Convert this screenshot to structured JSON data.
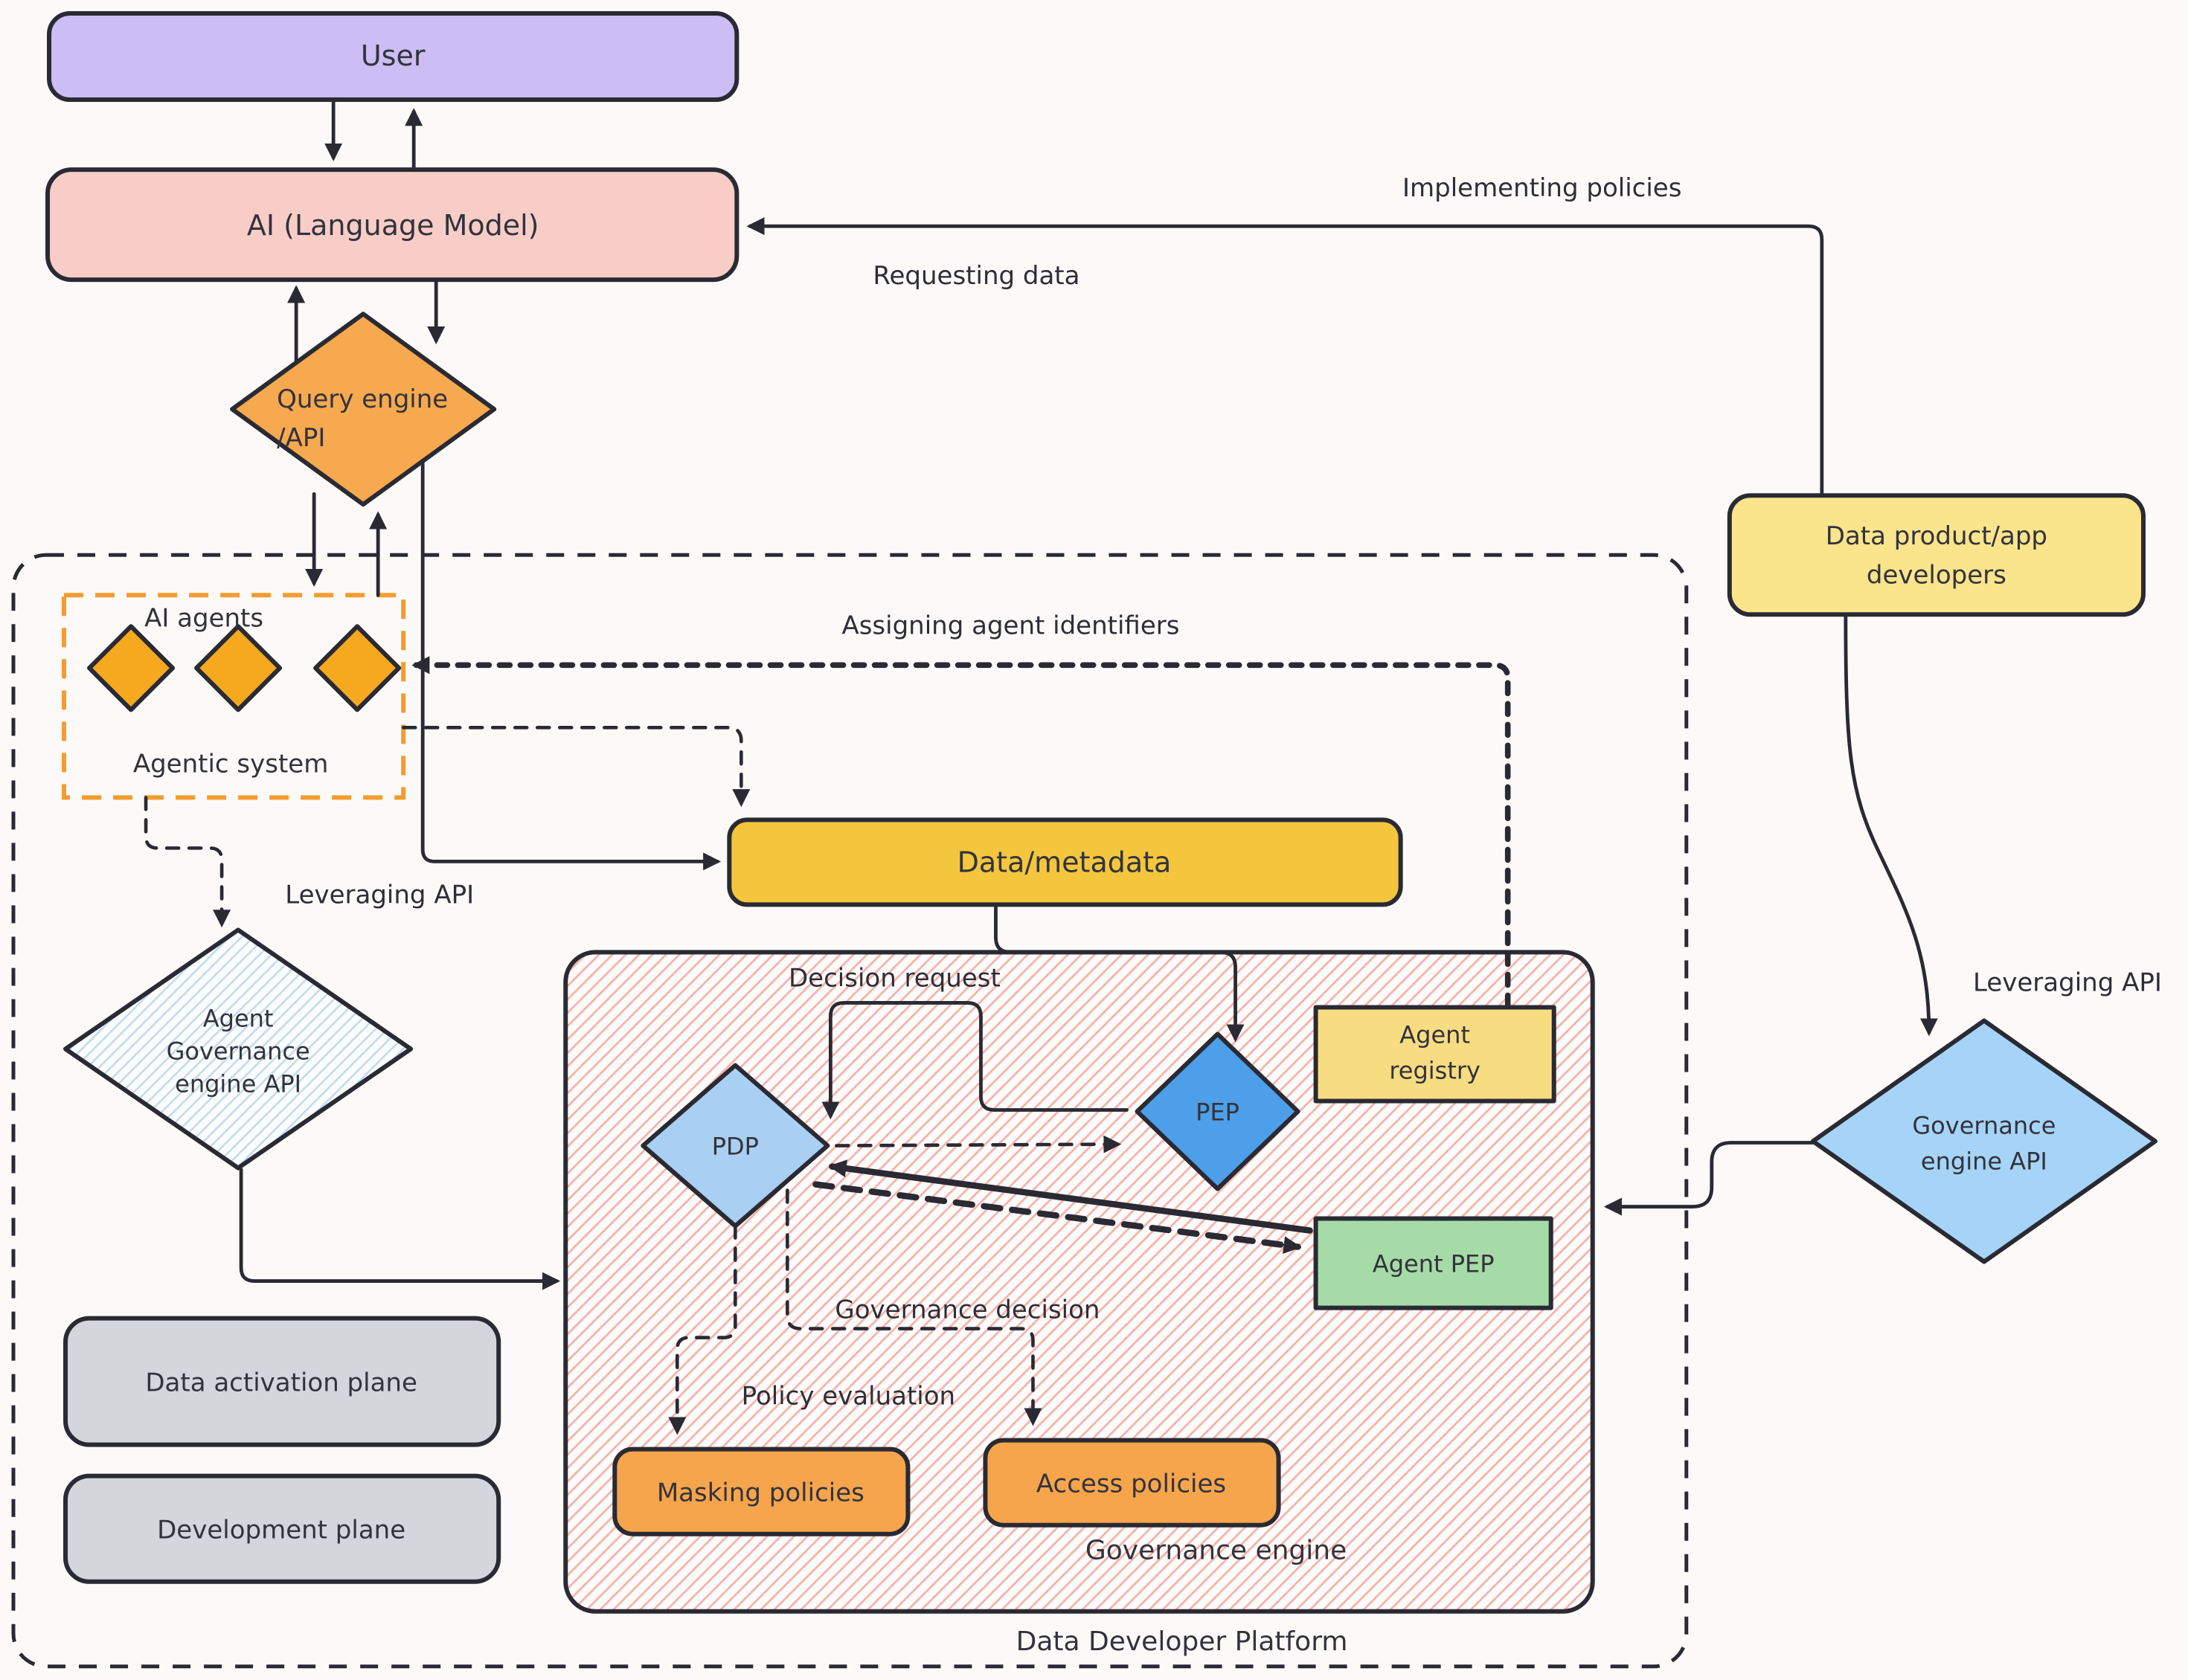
{
  "colors": {
    "stroke": "#2a2a33",
    "text": "#33333b",
    "user_fill": "#ccbdf4",
    "ai_fill": "#f8cdc8",
    "query_fill": "#f6a94f",
    "agent_diamond_fill": "#f6a91f",
    "agents_box_border": "#f59c2f",
    "data_metadata_fill": "#f3c63e",
    "registry_fill": "#f8dc82",
    "agent_pep_fill": "#a5dba7",
    "policy_fill": "#f6a54d",
    "pdp_fill": "#a9cff3",
    "pep_fill": "#4d9fe9",
    "gov_api_fill": "#a6d4f8",
    "devs_fill": "#fae48c",
    "plane_fill": "#d4d6dc",
    "red_hatch": "#f5b3ab",
    "blue_hatch": "#bfdcf4",
    "background": "#fbfaf8"
  },
  "nodes": {
    "user": "User",
    "ai": "AI (Language Model)",
    "query_engine_line1": "Query engine",
    "query_engine_line2": "/API",
    "ai_agents": "AI agents",
    "agentic_system": "Agentic system",
    "agent_gov_line1": "Agent",
    "agent_gov_line2": "Governance",
    "agent_gov_line3": "engine API",
    "data_metadata": "Data/metadata",
    "pdp": "PDP",
    "pep": "PEP",
    "agent_registry_line1": "Agent",
    "agent_registry_line2": "registry",
    "agent_pep": "Agent PEP",
    "masking_policies": "Masking policies",
    "access_policies": "Access policies",
    "data_activation_plane": "Data activation plane",
    "development_plane": "Development plane",
    "data_product_line1": "Data product/app",
    "data_product_line2": "developers",
    "gov_api_line1": "Governance",
    "gov_api_line2": "engine API"
  },
  "annotations": {
    "implementing_policies": "Implementing policies",
    "requesting_data": "Requesting data",
    "assigning_agent_identifiers": "Assigning agent identifiers",
    "leveraging_api_left": "Leveraging API",
    "leveraging_api_right": "Leveraging API",
    "decision_request": "Decision request",
    "governance_decision": "Governance decision",
    "policy_evaluation": "Policy evaluation",
    "governance_engine": "Governance engine",
    "data_developer_platform": "Data Developer Platform"
  }
}
